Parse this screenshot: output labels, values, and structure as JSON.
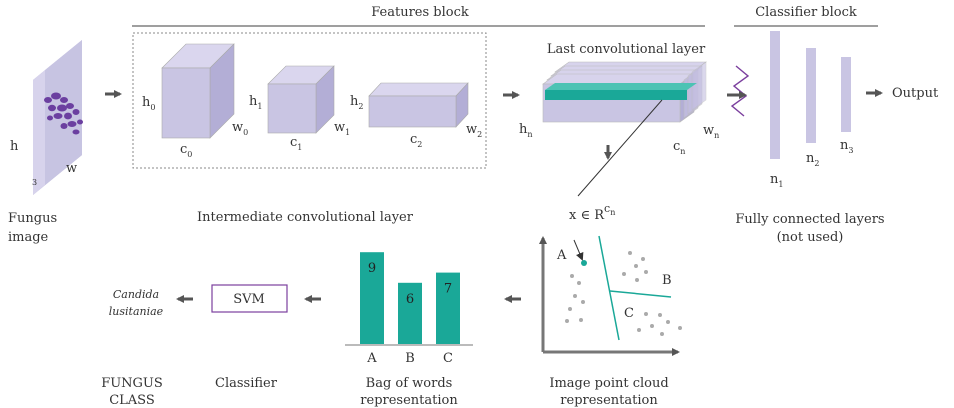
{
  "headers": {
    "features": "Features block",
    "classifier": "Classifier block"
  },
  "input": {
    "h": "h",
    "w": "w",
    "depth": "3",
    "caption_line1": "Fungus",
    "caption_line2": "image"
  },
  "cubes": [
    {
      "h": "h",
      "h_sub": "0",
      "w": "w",
      "w_sub": "0",
      "c": "c",
      "c_sub": "0"
    },
    {
      "h": "h",
      "h_sub": "1",
      "w": "w",
      "w_sub": "1",
      "c": "c",
      "c_sub": "1"
    },
    {
      "h": "h",
      "h_sub": "2",
      "w": "w",
      "w_sub": "2",
      "c": "c",
      "c_sub": "2"
    }
  ],
  "intermediate_caption": "Intermediate convolutional layer",
  "last_layer": {
    "title": "Last convolutional layer",
    "h": "h",
    "h_sub": "n",
    "c": "c",
    "c_sub": "n",
    "w": "w",
    "w_sub": "n"
  },
  "vector_label": {
    "x": "x",
    "elem": "∈",
    "R": "R",
    "sup_c": "c",
    "sup_n": "n"
  },
  "classifier": {
    "layers": [
      {
        "n": "n",
        "sub": "1"
      },
      {
        "n": "n",
        "sub": "2"
      },
      {
        "n": "n",
        "sub": "3"
      }
    ],
    "output": "Output",
    "caption_line1": "Fully connected layers",
    "caption_line2": "(not used)"
  },
  "point_cloud": {
    "clusters": [
      "A",
      "B",
      "C"
    ],
    "caption_line1": "Image point cloud",
    "caption_line2": "representation"
  },
  "bag_of_words": {
    "bars": [
      {
        "label": "A",
        "value": 9
      },
      {
        "label": "B",
        "value": 6
      },
      {
        "label": "C",
        "value": 7
      }
    ],
    "caption_line1": "Bag of words",
    "caption_line2": "representation"
  },
  "svm": {
    "label": "SVM",
    "caption": "Classifier"
  },
  "result": {
    "line1": "Candida",
    "line2": "lusitaniae",
    "caption_line1": "FUNGUS",
    "caption_line2": "CLASS"
  },
  "colors": {
    "cube": "#c9c5e3",
    "teal": "#1aa898",
    "arrow": "#555555",
    "fungus": "#6b3fa0",
    "svm_border": "#7b3f9e",
    "dot": "#aaaaaa"
  }
}
